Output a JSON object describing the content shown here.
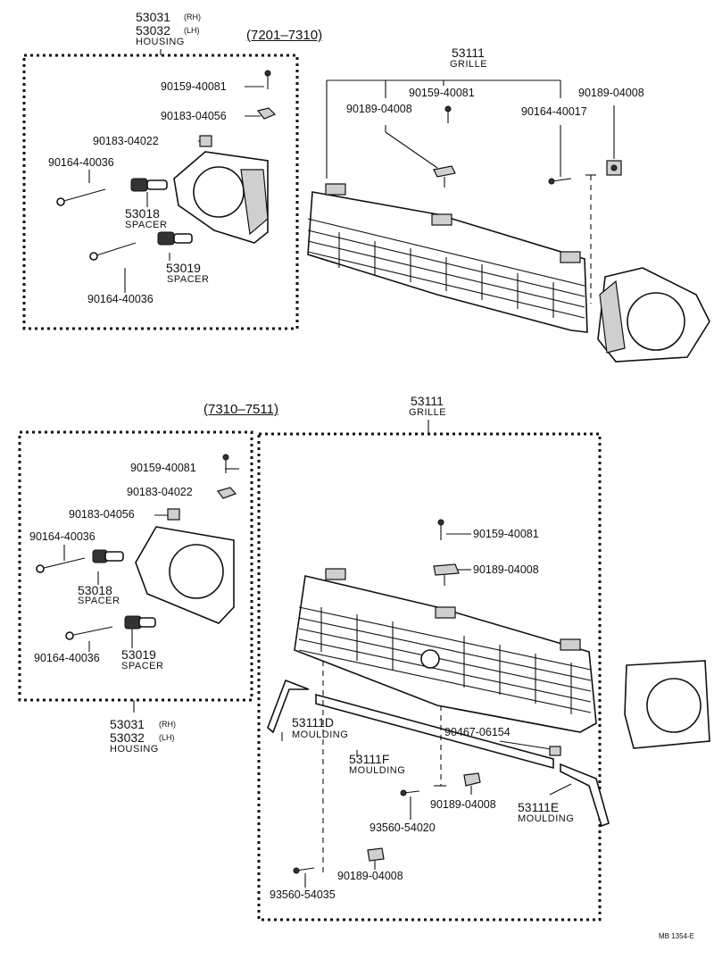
{
  "top": {
    "range": "(7201–7310)",
    "housing": {
      "num_rh": "53031",
      "tag_rh": "(RH)",
      "num_lh": "53032",
      "tag_lh": "(LH)",
      "name": "HOUSING"
    },
    "grille": {
      "num": "53111",
      "name": "GRILLE"
    },
    "parts": {
      "p90159a": "90159-40081",
      "p90183a": "90183-04056",
      "p90183b": "90183-04022",
      "p90164a": "90164-40036",
      "p90164b": "90164-40036",
      "spacer1_num": "53018",
      "spacer1_name": "SPACER",
      "spacer2_num": "53019",
      "spacer2_name": "SPACER",
      "g90159": "90159-40081",
      "g90189a": "90189-04008",
      "g90189b": "90189-04008",
      "g90164": "90164-40017"
    }
  },
  "bottom": {
    "range": "(7310–7511)",
    "housing": {
      "num_rh": "53031",
      "tag_rh": "(RH)",
      "num_lh": "53032",
      "tag_lh": "(LH)",
      "name": "HOUSING"
    },
    "grille": {
      "num": "53111",
      "name": "GRILLE"
    },
    "parts": {
      "p90159": "90159-40081",
      "p90183a": "90183-04022",
      "p90183b": "90183-04056",
      "p90164a": "90164-40036",
      "p90164b": "90164-40036",
      "spacer1_num": "53018",
      "spacer1_name": "SPACER",
      "spacer2_num": "53019",
      "spacer2_name": "SPACER",
      "g90159": "90159-40081",
      "g90189a": "90189-04008",
      "mD_num": "53111D",
      "mD_name": "MOULDING",
      "mF_num": "53111F",
      "mF_name": "MOULDING",
      "mE_num": "53111E",
      "mE_name": "MOULDING",
      "g90467": "90467-06154",
      "g90189b": "90189-04008",
      "g93560a": "93560-54020",
      "g90189c": "90189-04008",
      "g93560b": "93560-54035"
    }
  },
  "footer": "MB 1354-E"
}
